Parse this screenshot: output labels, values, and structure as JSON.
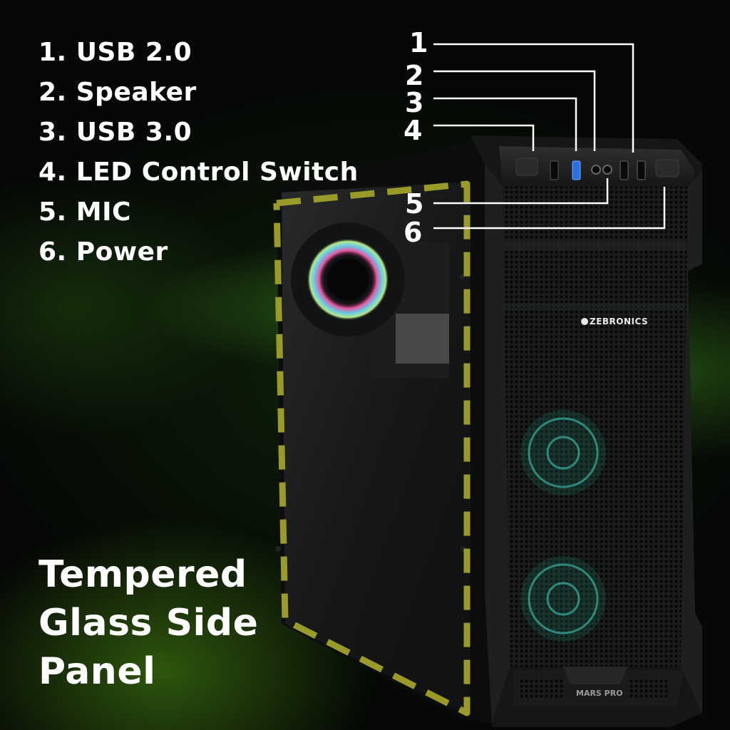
{
  "features": [
    {
      "label": "1. USB 2.0"
    },
    {
      "label": "2. Speaker"
    },
    {
      "label": "3. USB 3.0"
    },
    {
      "label": "4. LED Control Switch"
    },
    {
      "label": "5. MIC"
    },
    {
      "label": "6. Power"
    }
  ],
  "headline": {
    "line1": "Tempered",
    "line2": "Glass Side",
    "line3": "Panel"
  },
  "callouts": [
    "1",
    "2",
    "3",
    "4",
    "5",
    "6"
  ],
  "brand": "ZEBRONICS",
  "model": "MARS PRO",
  "colors": {
    "glow": "#5fae2e",
    "dash_outline": "#9a9a2a",
    "usb3_port": "#2a6fe0"
  }
}
